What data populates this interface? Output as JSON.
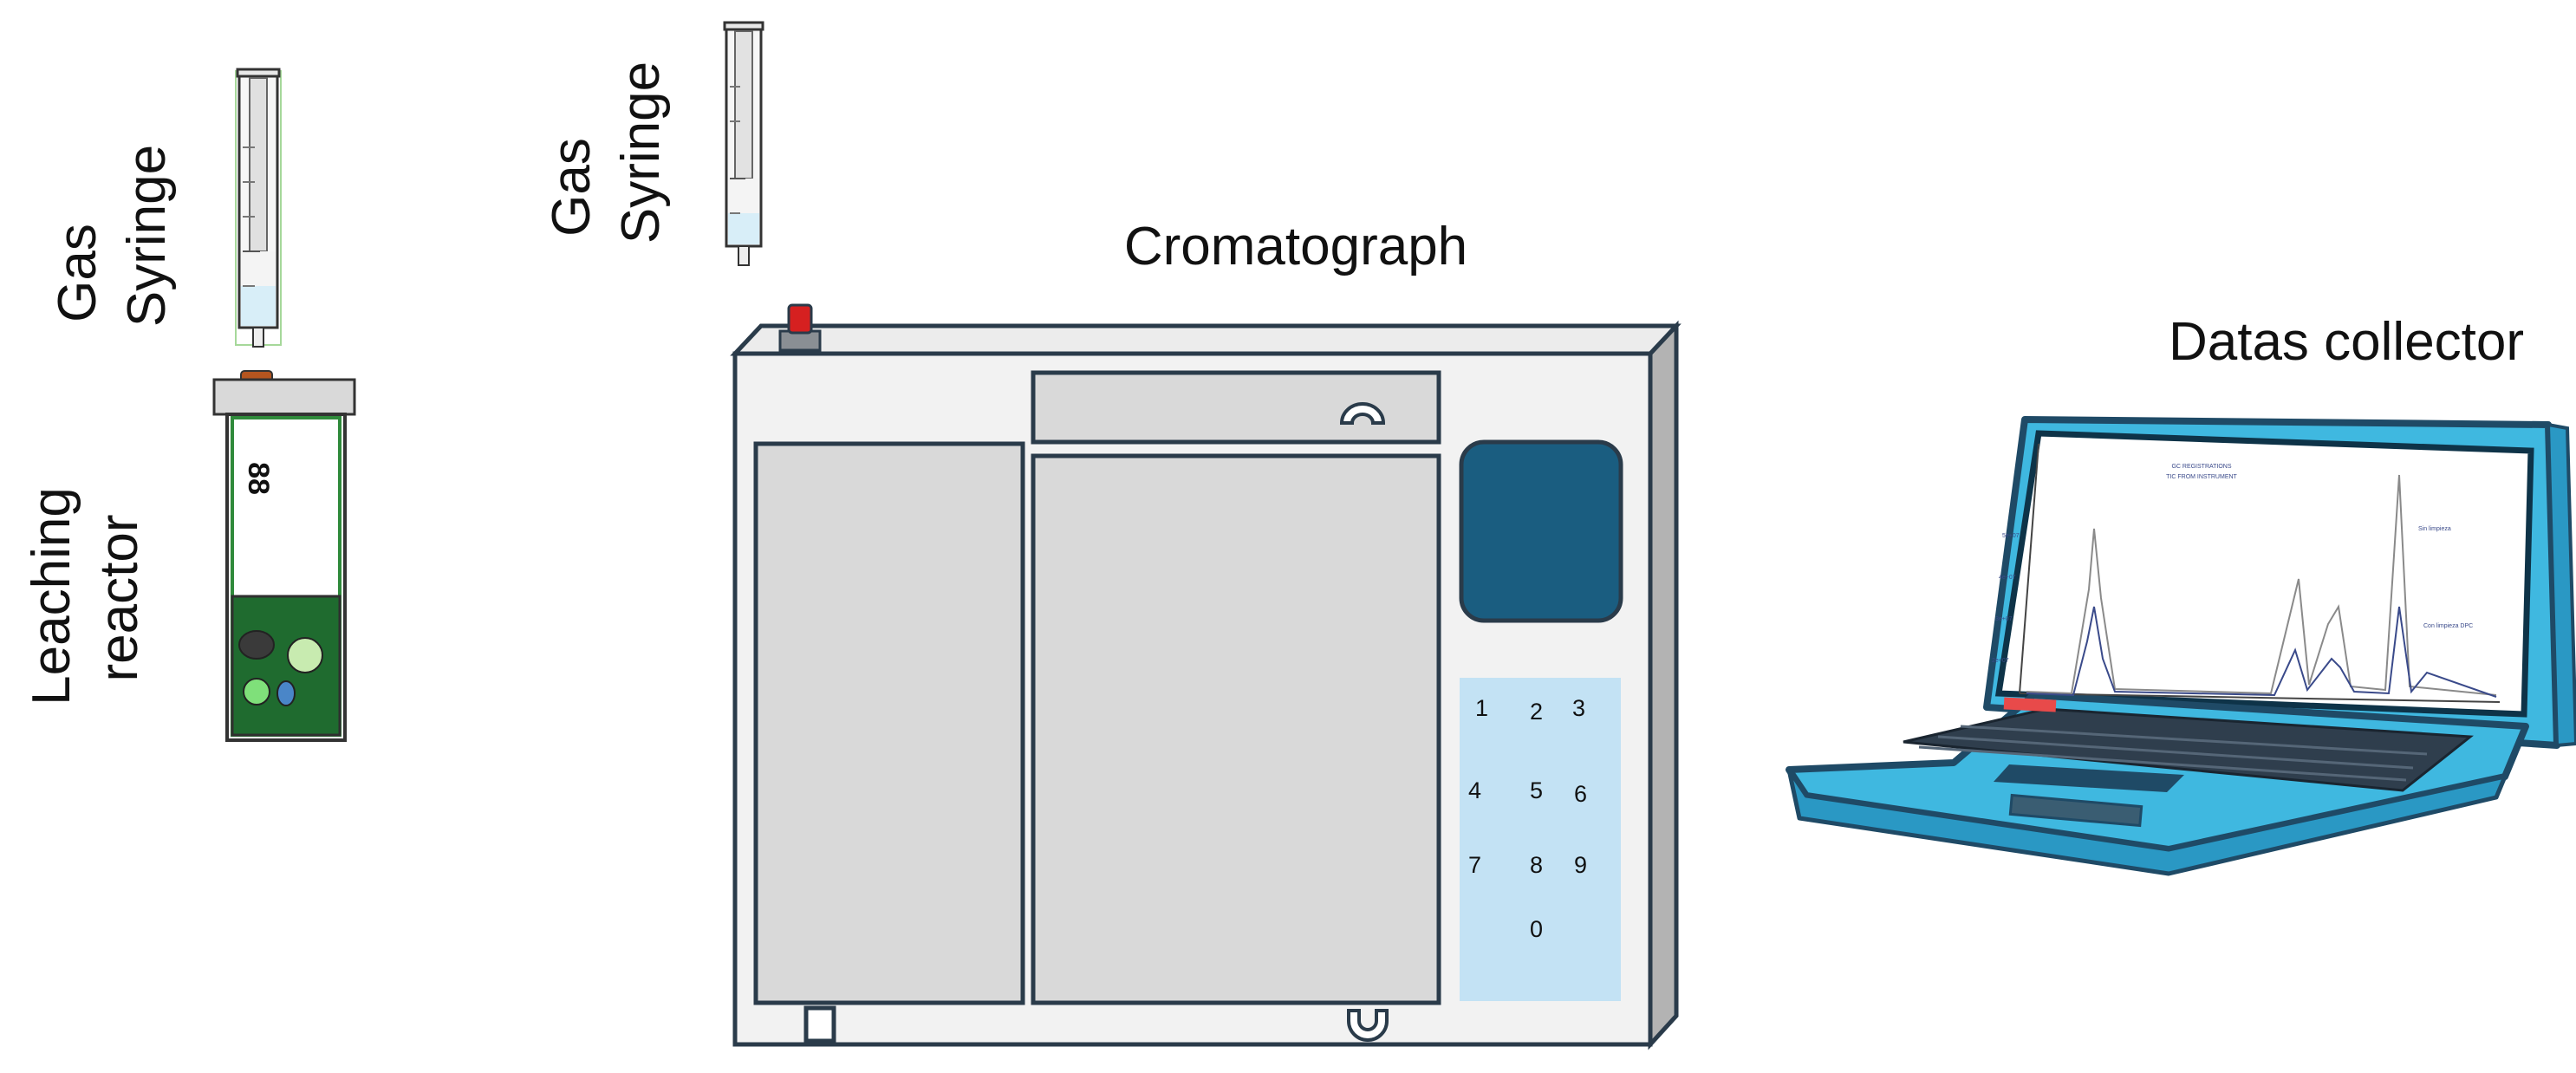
{
  "labels": {
    "gas_syringe_left": [
      "Gas",
      "Syringe"
    ],
    "leaching_reactor": [
      "Leaching",
      "reactor"
    ],
    "gas_syringe_center": [
      "Gas",
      "Syringe"
    ],
    "chromatograph": "Cromatograph",
    "data_collector": "Datas collector"
  },
  "keypad": [
    "1",
    "2",
    "3",
    "4",
    "5",
    "6",
    "7",
    "8",
    "9",
    "0"
  ],
  "reactor_label_glyph": "88",
  "laptop_screen": {
    "title_line1": "GC REGISTRATIONS",
    "title_line2": "TIC FROM INSTRUMENT",
    "annotation_top": "Sin limpieza",
    "annotation_bottom": "Con limpieza DPC",
    "y_ticks": [
      "5e+07",
      "4e+07",
      "3e+07",
      "2e+07"
    ]
  },
  "colors": {
    "panel_gray": "#d9d9d9",
    "body_light": "#f2f2f2",
    "display_blue": "#1a5d80",
    "keypad_blue": "#c3e2f4",
    "liquid_green": "#1f6b2f",
    "laptop_cyan": "#3fb8e0",
    "syringe_liquid": "#d8eef8"
  }
}
